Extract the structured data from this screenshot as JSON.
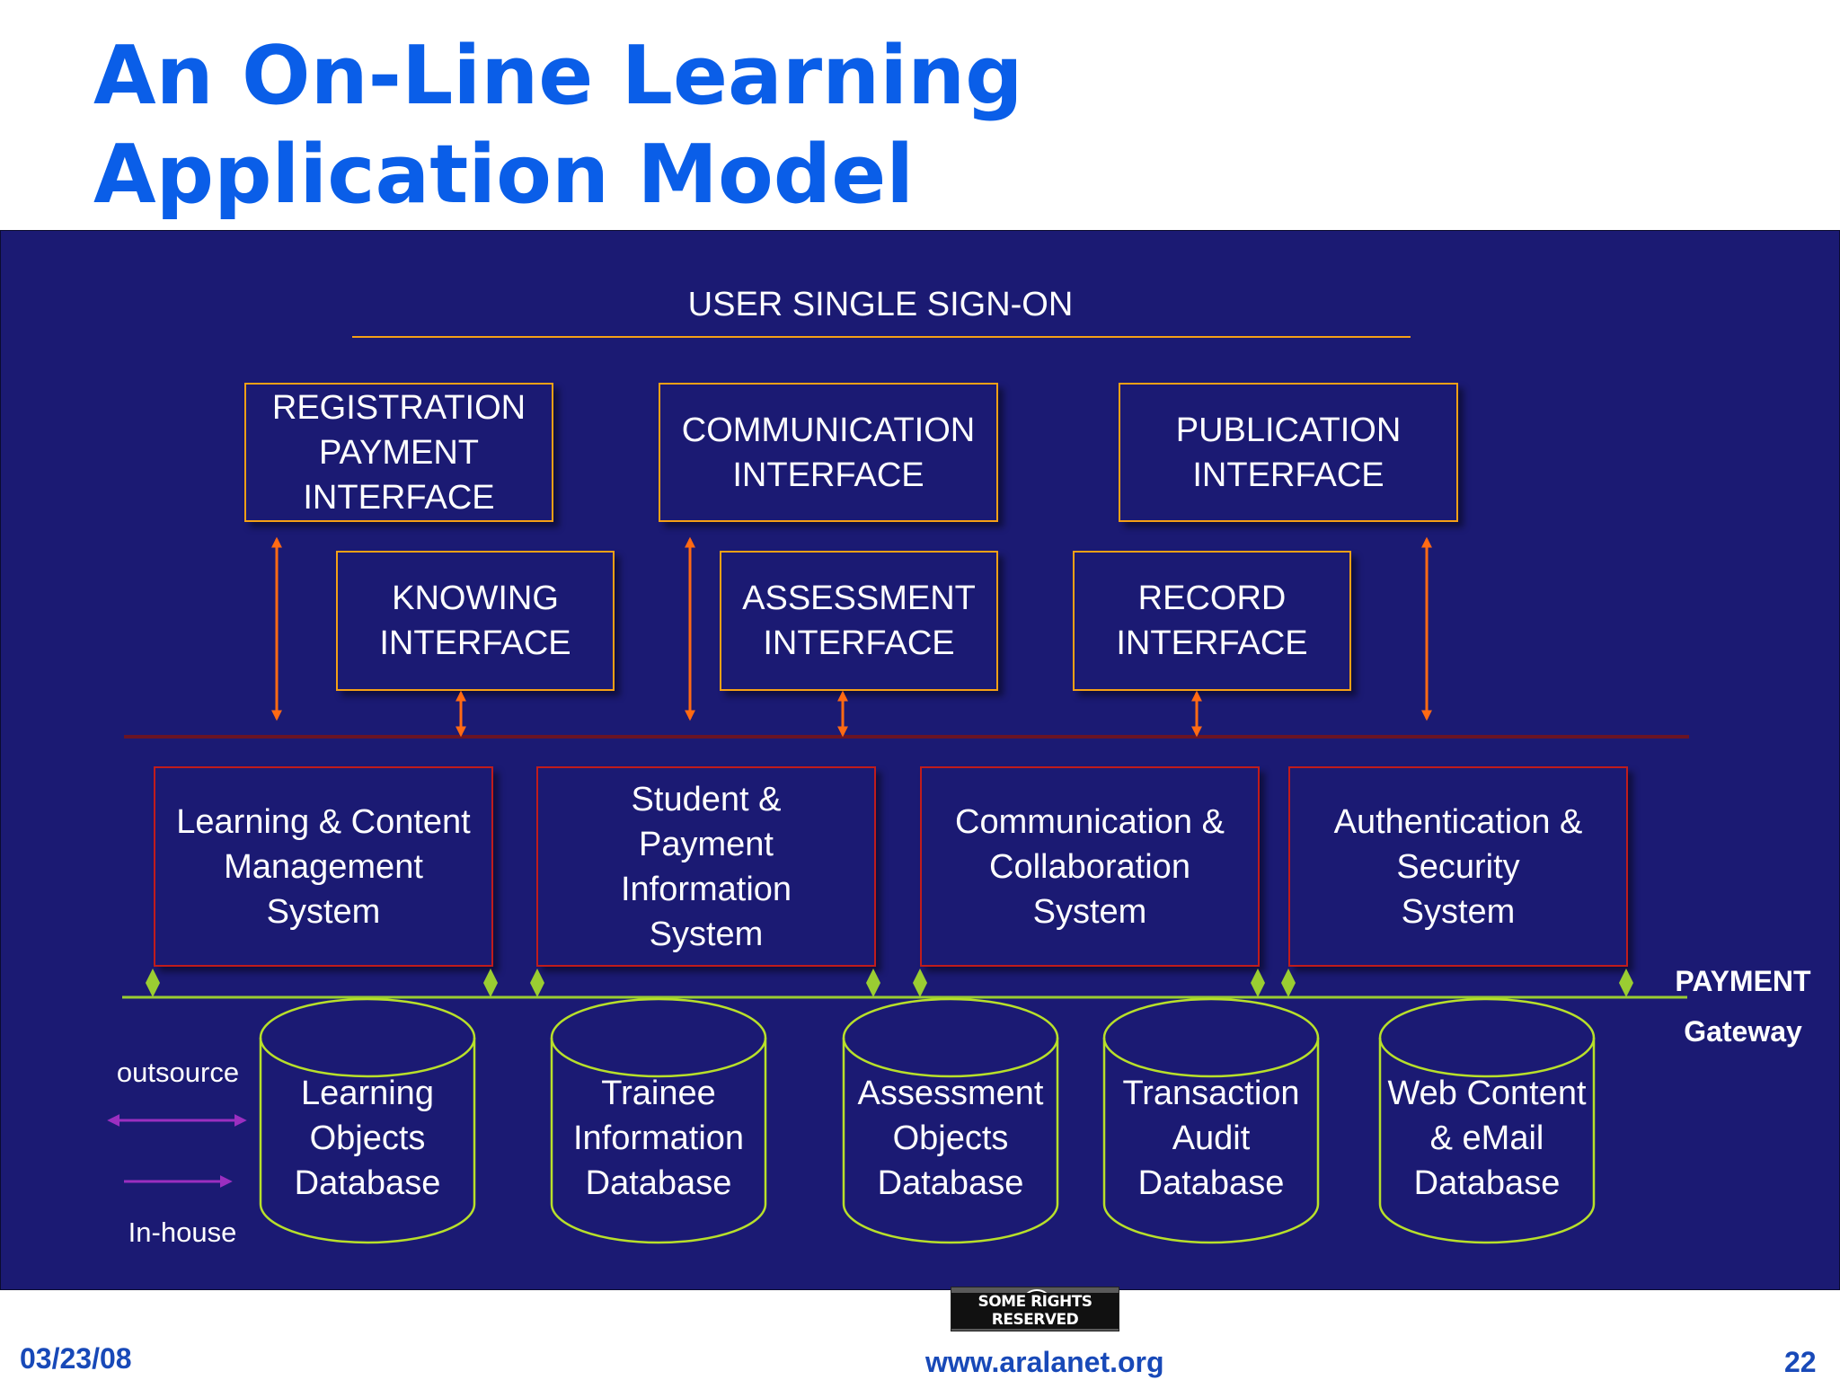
{
  "slide": {
    "title_line1": "An On-Line Learning",
    "title_line2": "Application Model",
    "date": "03/23/08",
    "url": "www.aralanet.org",
    "page_number": "22",
    "cc_badge_text": "SOME RIGHTS RESERVED",
    "cc_symbol": "cc"
  },
  "diagram": {
    "sso_label": "USER SINGLE SIGN-ON",
    "interfaces": [
      {
        "lines": [
          "REGISTRATION",
          "PAYMENT",
          "INTERFACE"
        ]
      },
      {
        "lines": [
          "COMMUNICATION",
          "INTERFACE"
        ]
      },
      {
        "lines": [
          "PUBLICATION",
          "INTERFACE"
        ]
      },
      {
        "lines": [
          "KNOWING",
          "INTERFACE"
        ]
      },
      {
        "lines": [
          "ASSESSMENT",
          "INTERFACE"
        ]
      },
      {
        "lines": [
          "RECORD",
          "INTERFACE"
        ]
      }
    ],
    "systems": [
      {
        "lines": [
          "Learning & Content",
          "Management",
          "System"
        ]
      },
      {
        "lines": [
          "Student &",
          "Payment",
          "Information",
          "System"
        ]
      },
      {
        "lines": [
          "Communication &",
          "Collaboration",
          "System"
        ]
      },
      {
        "lines": [
          "Authentication &",
          "Security",
          "System"
        ]
      }
    ],
    "databases": [
      {
        "lines": [
          "Learning",
          "Objects",
          "Database"
        ]
      },
      {
        "lines": [
          "Trainee",
          "Information",
          "Database"
        ]
      },
      {
        "lines": [
          "Assessment",
          "Objects",
          "Database"
        ]
      },
      {
        "lines": [
          "Transaction",
          "Audit",
          "Database"
        ]
      },
      {
        "lines": [
          "Web Content",
          "& eMail",
          "Database"
        ]
      }
    ],
    "gateway_label1": "PAYMENT",
    "gateway_label2": "Gateway",
    "legend_outsource": "outsource",
    "legend_inhouse": "In-house"
  },
  "colors": {
    "title": "#0a5ee8",
    "panel": "#1b1a73",
    "interface_border": "#f5a016",
    "system_border": "#c01c1c",
    "database_border": "#b8e02a",
    "arrow_orange": "#ff6a13",
    "arrow_purple": "#9b2fc0",
    "bus_red": "#6a1424",
    "bus_green": "#9acd32",
    "footer_text": "#1849b8"
  }
}
